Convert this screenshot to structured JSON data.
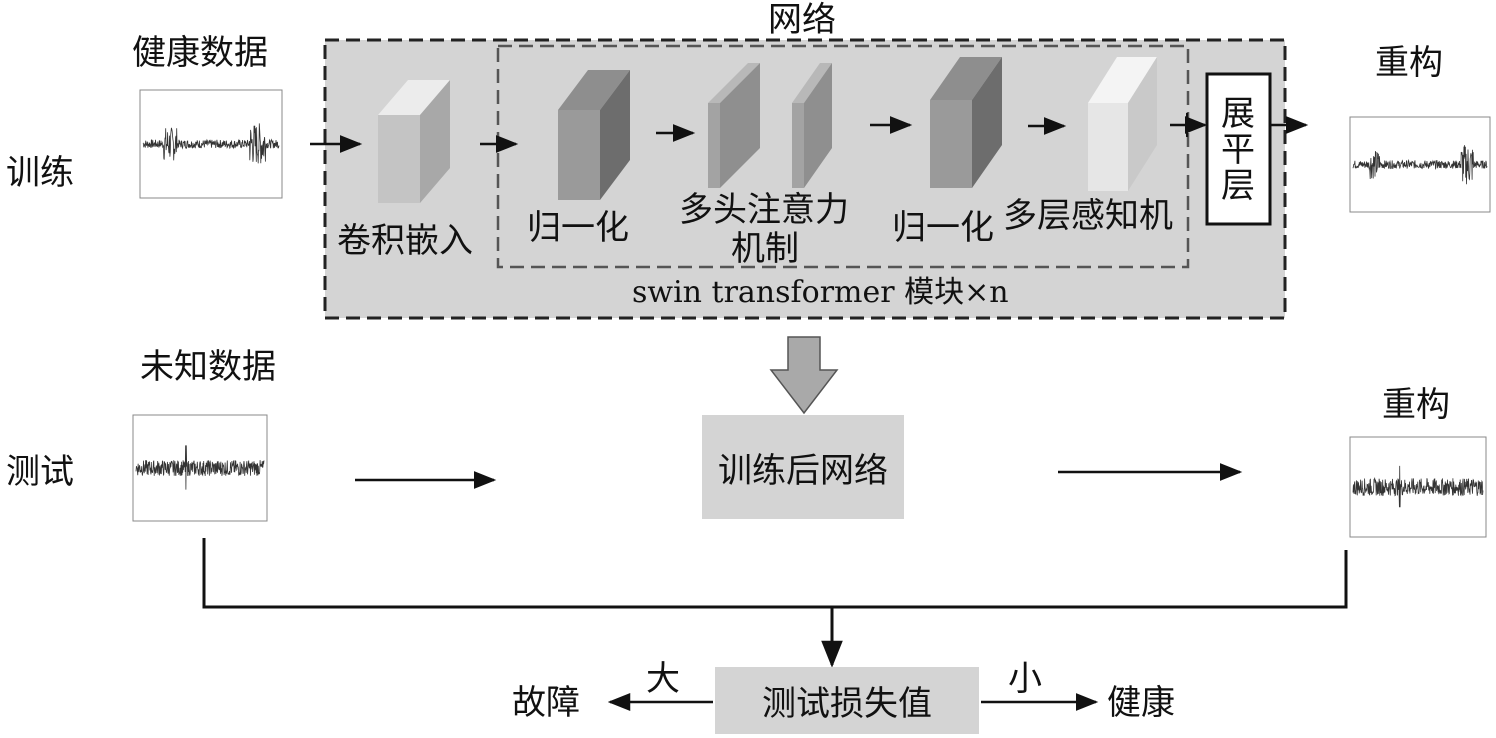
{
  "training": {
    "row_label": "训练",
    "input_label": "健康数据",
    "network_title": "网络",
    "conv_embed_label": "卷积嵌入",
    "norm1_label": "归一化",
    "attention_label_line1": "多头注意力",
    "attention_label_line2": "机制",
    "norm2_label": "归一化",
    "mlp_label": "多层感知机",
    "flatten_label": "展平层",
    "swin_block_label": "swin transformer 模块×n",
    "output_label": "重构"
  },
  "testing": {
    "row_label": "测试",
    "input_label": "未知数据",
    "trained_network_label": "训练后网络",
    "output_label": "重构"
  },
  "decision": {
    "loss_label": "测试损失值",
    "large_label": "大",
    "small_label": "小",
    "fault_label": "故障",
    "healthy_label": "健康"
  },
  "colors": {
    "network_bg": "#d4d4d4",
    "signal": "#333333"
  }
}
